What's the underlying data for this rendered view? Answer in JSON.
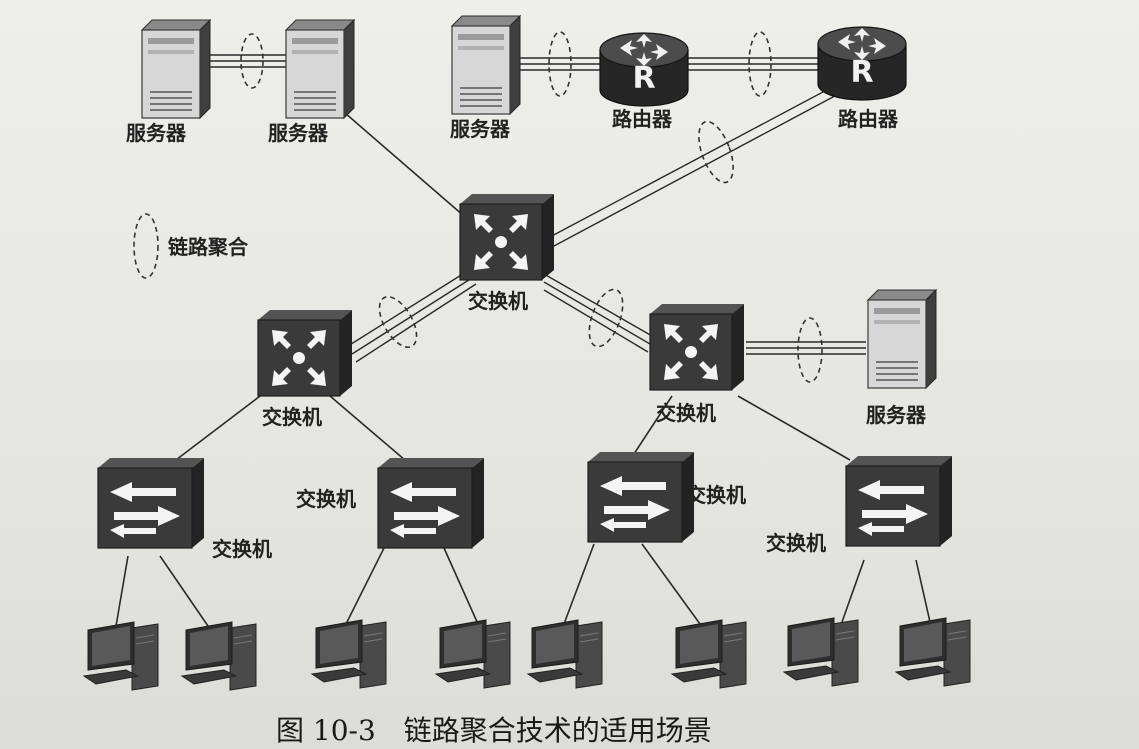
{
  "labels": {
    "server": "服务器",
    "router": "路由器",
    "switch": "交换机",
    "legend": "链路聚合"
  },
  "router_glyph": "R",
  "caption": "图 10-3　链路聚合技术的适用场景",
  "icons": {
    "server": "server-icon",
    "router": "router-icon",
    "core_switch": "layer3-switch-icon",
    "access_switch": "layer2-switch-icon",
    "pc": "pc-icon",
    "aggregation": "dashed-ellipse-icon"
  }
}
